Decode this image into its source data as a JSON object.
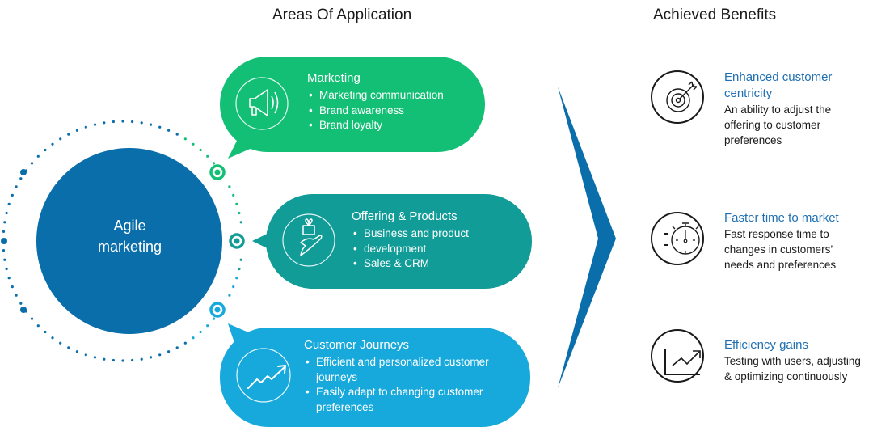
{
  "headings": {
    "areas": "Areas Of Application",
    "benefits": "Achieved Benefits"
  },
  "center": {
    "line1": "Agile",
    "line2": "marketing",
    "color": "#0a6eab"
  },
  "colors": {
    "marketing": "#12bf75",
    "offering": "#119c98",
    "journeys": "#17a9db",
    "ring_dots": "#0a6eab",
    "chevron": "#0a6eab",
    "benefit_title": "#1f6fb2"
  },
  "areas": [
    {
      "title": "Marketing",
      "icon": "megaphone-icon",
      "items": [
        "Marketing communication",
        "Brand awareness",
        "Brand loyalty"
      ]
    },
    {
      "title": "Offering & Products",
      "icon": "gift-hand-icon",
      "items": [
        "Business and product",
        "development",
        "Sales & CRM"
      ]
    },
    {
      "title": "Customer Journeys",
      "icon": "trend-up-icon",
      "items": [
        "Efficient and personalized customer journeys",
        "Easily adapt to changing customer preferences"
      ]
    }
  ],
  "benefits": [
    {
      "title": "Enhanced customer centricity",
      "icon": "target-icon",
      "description": "An ability to adjust the offering to customer preferences"
    },
    {
      "title": "Faster time to market",
      "icon": "stopwatch-icon",
      "description": "Fast response time to changes in customers’ needs and preferences"
    },
    {
      "title": "Efficiency gains",
      "icon": "growth-chart-icon",
      "description": "Testing with users, adjusting & optimizing continuously"
    }
  ]
}
